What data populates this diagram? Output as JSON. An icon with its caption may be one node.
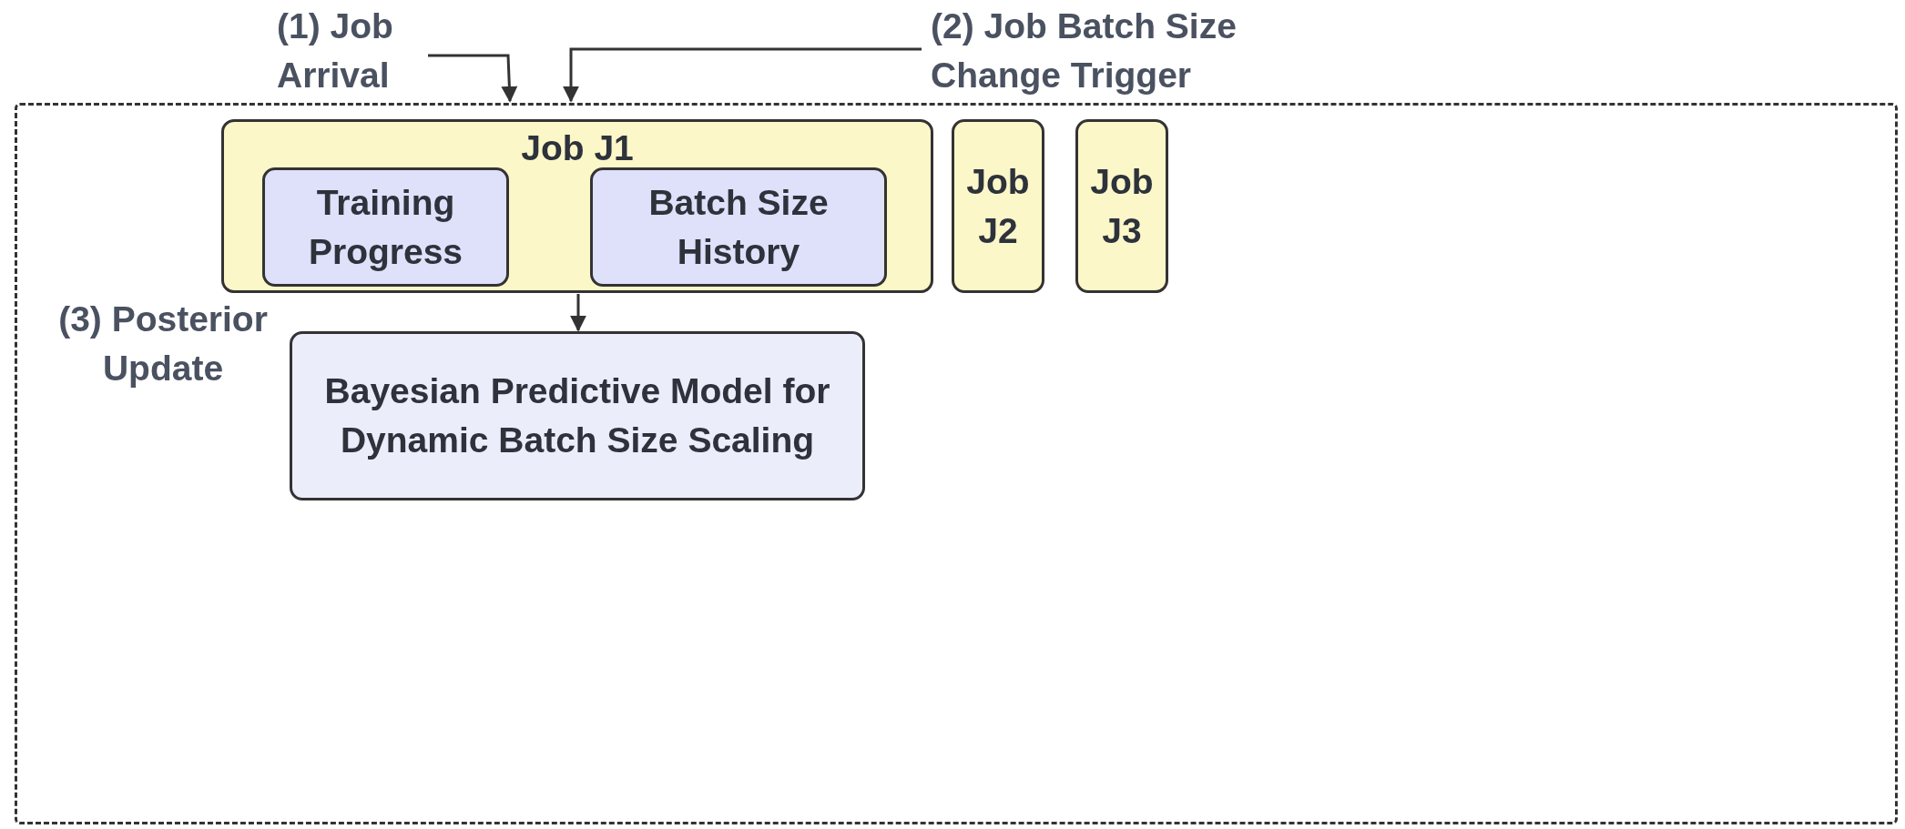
{
  "diagram": {
    "nodes": [
      {
        "text": [],
        "shape": "box"
      },
      {
        "text": [
          "(1) Job Arrival"
        ]
      },
      {
        "text": [
          "(2) Job Batch Size Change Trigger"
        ]
      },
      {
        "text": [
          "Job J1"
        ],
        "in": 0
      },
      {
        "text": [
          "Training Progress"
        ],
        "in": 3
      },
      {
        "text": [
          "Batch Size History"
        ],
        "in": 3
      },
      {
        "text": [
          "Job J2"
        ],
        "in": 0
      },
      {
        "text": [
          "Job J3"
        ],
        "in": 0
      },
      {
        "text": [
          "Bayesian Predictive Model for Dynamic Batch Size Scaling"
        ],
        "in": 0
      }
    ],
    "edges": [
      {
        "from": 1,
        "to": 0,
        "arrow": "to"
      },
      {
        "from": 2,
        "to": 0,
        "arrow": "to"
      },
      {
        "from": 3,
        "to": 8,
        "arrow": "to"
      }
    ],
    "labels": [
      "(3) Posterior Update"
    ]
  }
}
